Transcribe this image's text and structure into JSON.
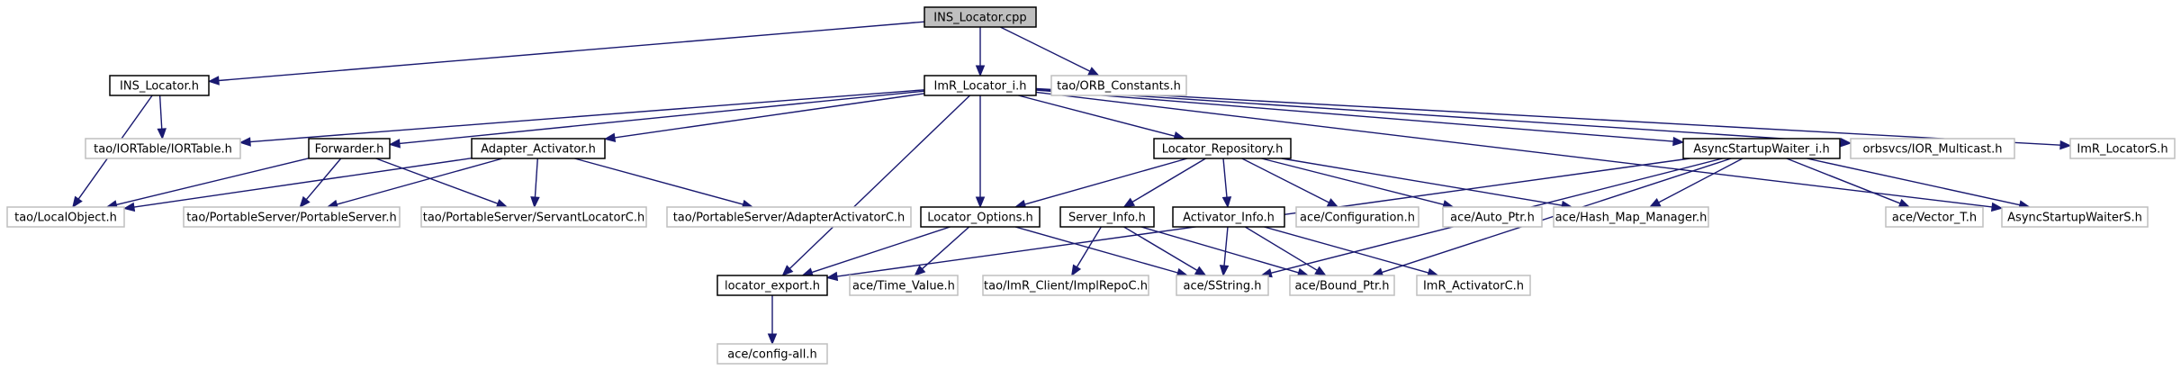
{
  "title": "INS_Locator.cpp",
  "colors": {
    "edge": "#191970",
    "main_fill": "#bfbfbf",
    "documented_border": "#000000",
    "external_border": "#bfbfbf",
    "background": "#ffffff"
  },
  "nodes": [
    {
      "id": "ins_locator_cpp",
      "label": "INS_Locator.cpp",
      "kind": "main"
    },
    {
      "id": "ins_locator_h",
      "label": "INS_Locator.h",
      "kind": "documented"
    },
    {
      "id": "imr_locator_i_h",
      "label": "ImR_Locator_i.h",
      "kind": "documented"
    },
    {
      "id": "orb_constants_h",
      "label": "tao/ORB_Constants.h",
      "kind": "external"
    },
    {
      "id": "iortable_h",
      "label": "tao/IORTable/IORTable.h",
      "kind": "external"
    },
    {
      "id": "forwarder_h",
      "label": "Forwarder.h",
      "kind": "documented"
    },
    {
      "id": "adapter_activator_h",
      "label": "Adapter_Activator.h",
      "kind": "documented"
    },
    {
      "id": "locator_repository_h",
      "label": "Locator_Repository.h",
      "kind": "documented"
    },
    {
      "id": "asyncstartupwaiter_i_h",
      "label": "AsyncStartupWaiter_i.h",
      "kind": "documented"
    },
    {
      "id": "ior_multicast_h",
      "label": "orbsvcs/IOR_Multicast.h",
      "kind": "external"
    },
    {
      "id": "imr_locators_h",
      "label": "ImR_LocatorS.h",
      "kind": "external"
    },
    {
      "id": "localobject_h",
      "label": "tao/LocalObject.h",
      "kind": "external"
    },
    {
      "id": "portableserver_h",
      "label": "tao/PortableServer/PortableServer.h",
      "kind": "external"
    },
    {
      "id": "servantlocatorc_h",
      "label": "tao/PortableServer/ServantLocatorC.h",
      "kind": "external"
    },
    {
      "id": "adapteractivatorc_h",
      "label": "tao/PortableServer/AdapterActivatorC.h",
      "kind": "external"
    },
    {
      "id": "locator_options_h",
      "label": "Locator_Options.h",
      "kind": "documented"
    },
    {
      "id": "server_info_h",
      "label": "Server_Info.h",
      "kind": "documented"
    },
    {
      "id": "activator_info_h",
      "label": "Activator_Info.h",
      "kind": "documented"
    },
    {
      "id": "configuration_h",
      "label": "ace/Configuration.h",
      "kind": "external"
    },
    {
      "id": "auto_ptr_h",
      "label": "ace/Auto_Ptr.h",
      "kind": "external"
    },
    {
      "id": "hash_map_manager_h",
      "label": "ace/Hash_Map_Manager.h",
      "kind": "external"
    },
    {
      "id": "vector_t_h",
      "label": "ace/Vector_T.h",
      "kind": "external"
    },
    {
      "id": "asyncstartupwaiters_h",
      "label": "AsyncStartupWaiterS.h",
      "kind": "external"
    },
    {
      "id": "locator_export_h",
      "label": "locator_export.h",
      "kind": "documented"
    },
    {
      "id": "time_value_h",
      "label": "ace/Time_Value.h",
      "kind": "external"
    },
    {
      "id": "implrepoc_h",
      "label": "tao/ImR_Client/ImplRepoC.h",
      "kind": "external"
    },
    {
      "id": "sstring_h",
      "label": "ace/SString.h",
      "kind": "external"
    },
    {
      "id": "bound_ptr_h",
      "label": "ace/Bound_Ptr.h",
      "kind": "external"
    },
    {
      "id": "imr_activatorc_h",
      "label": "ImR_ActivatorC.h",
      "kind": "external"
    },
    {
      "id": "config_all_h",
      "label": "ace/config-all.h",
      "kind": "external"
    }
  ],
  "edges": [
    [
      "ins_locator_cpp",
      "ins_locator_h"
    ],
    [
      "ins_locator_cpp",
      "imr_locator_i_h"
    ],
    [
      "ins_locator_cpp",
      "orb_constants_h"
    ],
    [
      "ins_locator_h",
      "iortable_h"
    ],
    [
      "ins_locator_h",
      "localobject_h"
    ],
    [
      "imr_locator_i_h",
      "iortable_h"
    ],
    [
      "imr_locator_i_h",
      "forwarder_h"
    ],
    [
      "imr_locator_i_h",
      "adapter_activator_h"
    ],
    [
      "imr_locator_i_h",
      "locator_repository_h"
    ],
    [
      "imr_locator_i_h",
      "asyncstartupwaiter_i_h"
    ],
    [
      "imr_locator_i_h",
      "ior_multicast_h"
    ],
    [
      "imr_locator_i_h",
      "imr_locators_h"
    ],
    [
      "imr_locator_i_h",
      "locator_options_h"
    ],
    [
      "imr_locator_i_h",
      "locator_export_h"
    ],
    [
      "imr_locator_i_h",
      "asyncstartupwaiters_h"
    ],
    [
      "forwarder_h",
      "localobject_h"
    ],
    [
      "forwarder_h",
      "portableserver_h"
    ],
    [
      "forwarder_h",
      "servantlocatorc_h"
    ],
    [
      "adapter_activator_h",
      "localobject_h"
    ],
    [
      "adapter_activator_h",
      "portableserver_h"
    ],
    [
      "adapter_activator_h",
      "servantlocatorc_h"
    ],
    [
      "adapter_activator_h",
      "adapteractivatorc_h"
    ],
    [
      "locator_repository_h",
      "locator_options_h"
    ],
    [
      "locator_repository_h",
      "server_info_h"
    ],
    [
      "locator_repository_h",
      "activator_info_h"
    ],
    [
      "locator_repository_h",
      "configuration_h"
    ],
    [
      "locator_repository_h",
      "auto_ptr_h"
    ],
    [
      "locator_repository_h",
      "hash_map_manager_h"
    ],
    [
      "asyncstartupwaiter_i_h",
      "hash_map_manager_h"
    ],
    [
      "asyncstartupwaiter_i_h",
      "vector_t_h"
    ],
    [
      "asyncstartupwaiter_i_h",
      "asyncstartupwaiters_h"
    ],
    [
      "asyncstartupwaiter_i_h",
      "locator_export_h"
    ],
    [
      "asyncstartupwaiter_i_h",
      "sstring_h"
    ],
    [
      "asyncstartupwaiter_i_h",
      "bound_ptr_h"
    ],
    [
      "locator_options_h",
      "locator_export_h"
    ],
    [
      "locator_options_h",
      "time_value_h"
    ],
    [
      "locator_options_h",
      "sstring_h"
    ],
    [
      "server_info_h",
      "implrepoc_h"
    ],
    [
      "server_info_h",
      "sstring_h"
    ],
    [
      "server_info_h",
      "bound_ptr_h"
    ],
    [
      "activator_info_h",
      "sstring_h"
    ],
    [
      "activator_info_h",
      "bound_ptr_h"
    ],
    [
      "activator_info_h",
      "imr_activatorc_h"
    ],
    [
      "locator_export_h",
      "config_all_h"
    ]
  ]
}
